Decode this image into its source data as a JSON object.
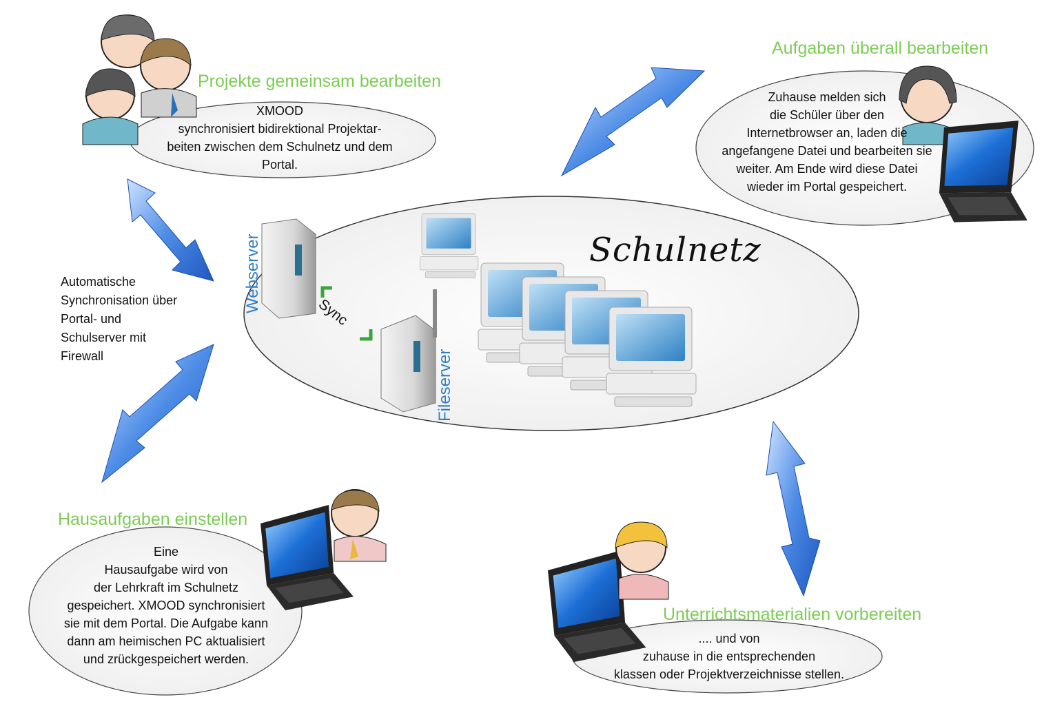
{
  "network": {
    "title": "Schulnetz",
    "webserver_label": "Webserver",
    "fileserver_label": "Fileserver",
    "sync_label": "Sync"
  },
  "side_note": "Automatische\nSynchronisation über\nPortal- und\nSchulserver mit\nFirewall",
  "scenarios": {
    "projects": {
      "heading": "Projekte gemeinsam bearbeiten",
      "text": "XMOOD\nsynchronisiert bidirektional Projektar-\nbeiten zwischen dem Schulnetz und dem\nPortal."
    },
    "anywhere": {
      "heading": "Aufgaben überall bearbeiten",
      "text": "Zuhause melden sich\ndie Schüler über den\nInternetbrowser an, laden die\nangefangene Datei und bearbeiten sie\nweiter. Am Ende wird diese Datei\nwieder im Portal gespeichert."
    },
    "homework": {
      "heading": "Hausaufgaben einstellen",
      "text": "Eine\nHausaufgabe wird von\nder  Lehrkraft im Schulnetz\ngespeichert.  XMOOD synchronisiert\nsie mit dem Portal.  Die Aufgabe kann\ndann am heimischen PC  aktualisiert\nund zrückgespeichert werden."
    },
    "materials": {
      "heading": "Unterrichtsmaterialien vorbereiten",
      "text": ".... und von\nzuhause in die entsprechenden\nklassen oder Projektverzeichnisse stellen."
    }
  },
  "colors": {
    "heading": "#7ccc55",
    "arrow": "#2f6fd0",
    "server_label": "#2f7fc8",
    "sync_bracket": "#3aa63a"
  },
  "icons": [
    "people-group-icon",
    "student-with-laptop-icon",
    "teacher-with-laptop-icon",
    "person-with-laptop-icon",
    "webserver-icon",
    "fileserver-icon",
    "workstation-icon",
    "bidirectional-arrow-icon"
  ]
}
